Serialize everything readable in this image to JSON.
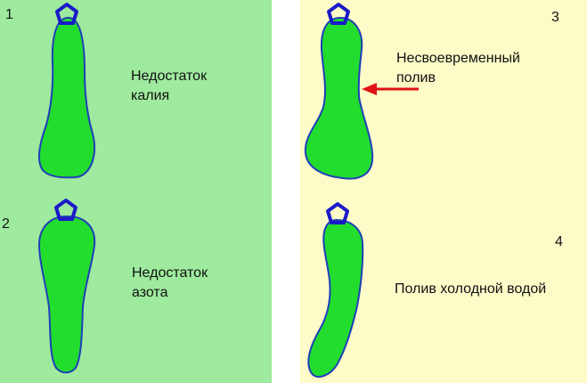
{
  "colors": {
    "left_background": "#9eea9e",
    "right_background": "#fdfbc8",
    "gap": "#ffffff",
    "fruit_fill": "#22dd2e",
    "fruit_outline": "#1f3fb8",
    "calyx": "#1a1ac8",
    "arrow": "#e01414"
  },
  "panels": [
    {
      "number": "1",
      "caption_lines": [
        "Недостаток",
        "калия"
      ]
    },
    {
      "number": "2",
      "caption_lines": [
        "Недостаток",
        "азота"
      ]
    },
    {
      "number": "3",
      "caption_lines": [
        "Несвоевременный",
        "полив"
      ]
    },
    {
      "number": "4",
      "caption_lines": [
        "Полив холодной водой"
      ]
    }
  ]
}
